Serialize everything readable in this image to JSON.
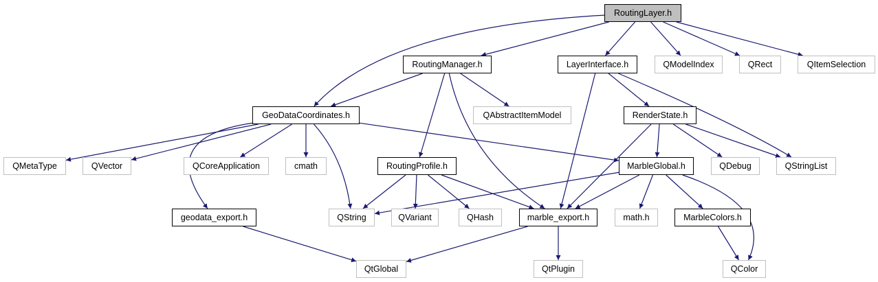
{
  "colors": {
    "edge": "#191970",
    "root_fill": "#bfbfbf",
    "external_border": "#bfbfbf",
    "documented_border": "#000000"
  },
  "nodes": [
    {
      "id": "RoutingLayer",
      "label": "RoutingLayer.h",
      "kind": "root"
    },
    {
      "id": "RoutingManager",
      "label": "RoutingManager.h",
      "kind": "doc"
    },
    {
      "id": "LayerInterface",
      "label": "LayerInterface.h",
      "kind": "doc"
    },
    {
      "id": "QModelIndex",
      "label": "QModelIndex",
      "kind": "ext"
    },
    {
      "id": "QRect",
      "label": "QRect",
      "kind": "ext"
    },
    {
      "id": "QItemSelection",
      "label": "QItemSelection",
      "kind": "ext"
    },
    {
      "id": "GeoDataCoordinates",
      "label": "GeoDataCoordinates.h",
      "kind": "doc"
    },
    {
      "id": "QAbstractItemModel",
      "label": "QAbstractItemModel",
      "kind": "ext"
    },
    {
      "id": "RenderState",
      "label": "RenderState.h",
      "kind": "doc"
    },
    {
      "id": "QMetaType",
      "label": "QMetaType",
      "kind": "ext"
    },
    {
      "id": "QVector",
      "label": "QVector",
      "kind": "ext"
    },
    {
      "id": "QCoreApplication",
      "label": "QCoreApplication",
      "kind": "ext"
    },
    {
      "id": "cmath",
      "label": "cmath",
      "kind": "ext"
    },
    {
      "id": "RoutingProfile",
      "label": "RoutingProfile.h",
      "kind": "doc"
    },
    {
      "id": "MarbleGlobal",
      "label": "MarbleGlobal.h",
      "kind": "doc"
    },
    {
      "id": "QDebug",
      "label": "QDebug",
      "kind": "ext"
    },
    {
      "id": "QStringList",
      "label": "QStringList",
      "kind": "ext"
    },
    {
      "id": "geodata_export",
      "label": "geodata_export.h",
      "kind": "doc"
    },
    {
      "id": "QString",
      "label": "QString",
      "kind": "ext"
    },
    {
      "id": "QVariant",
      "label": "QVariant",
      "kind": "ext"
    },
    {
      "id": "QHash",
      "label": "QHash",
      "kind": "ext"
    },
    {
      "id": "marble_export",
      "label": "marble_export.h",
      "kind": "doc"
    },
    {
      "id": "math",
      "label": "math.h",
      "kind": "ext"
    },
    {
      "id": "MarbleColors",
      "label": "MarbleColors.h",
      "kind": "doc"
    },
    {
      "id": "QtGlobal",
      "label": "QtGlobal",
      "kind": "ext"
    },
    {
      "id": "QtPlugin",
      "label": "QtPlugin",
      "kind": "ext"
    },
    {
      "id": "QColor",
      "label": "QColor",
      "kind": "ext"
    }
  ],
  "edges": [
    [
      "RoutingLayer",
      "GeoDataCoordinates"
    ],
    [
      "RoutingLayer",
      "RoutingManager"
    ],
    [
      "RoutingLayer",
      "LayerInterface"
    ],
    [
      "RoutingLayer",
      "QModelIndex"
    ],
    [
      "RoutingLayer",
      "QRect"
    ],
    [
      "RoutingLayer",
      "QItemSelection"
    ],
    [
      "RoutingManager",
      "GeoDataCoordinates"
    ],
    [
      "RoutingManager",
      "QAbstractItemModel"
    ],
    [
      "RoutingManager",
      "RoutingProfile"
    ],
    [
      "RoutingManager",
      "marble_export"
    ],
    [
      "LayerInterface",
      "RenderState"
    ],
    [
      "LayerInterface",
      "QStringList"
    ],
    [
      "LayerInterface",
      "marble_export"
    ],
    [
      "GeoDataCoordinates",
      "QMetaType"
    ],
    [
      "GeoDataCoordinates",
      "QVector"
    ],
    [
      "GeoDataCoordinates",
      "QCoreApplication"
    ],
    [
      "GeoDataCoordinates",
      "cmath"
    ],
    [
      "GeoDataCoordinates",
      "QString"
    ],
    [
      "GeoDataCoordinates",
      "geodata_export"
    ],
    [
      "GeoDataCoordinates",
      "MarbleGlobal"
    ],
    [
      "RoutingProfile",
      "QString"
    ],
    [
      "RoutingProfile",
      "QVariant"
    ],
    [
      "RoutingProfile",
      "QHash"
    ],
    [
      "RoutingProfile",
      "marble_export"
    ],
    [
      "RenderState",
      "MarbleGlobal"
    ],
    [
      "RenderState",
      "QDebug"
    ],
    [
      "RenderState",
      "QStringList"
    ],
    [
      "RenderState",
      "marble_export"
    ],
    [
      "MarbleGlobal",
      "QString"
    ],
    [
      "MarbleGlobal",
      "marble_export"
    ],
    [
      "MarbleGlobal",
      "math"
    ],
    [
      "MarbleGlobal",
      "MarbleColors"
    ],
    [
      "MarbleGlobal",
      "QColor"
    ],
    [
      "geodata_export",
      "QtGlobal"
    ],
    [
      "marble_export",
      "QtGlobal"
    ],
    [
      "marble_export",
      "QtPlugin"
    ],
    [
      "MarbleColors",
      "QColor"
    ]
  ]
}
